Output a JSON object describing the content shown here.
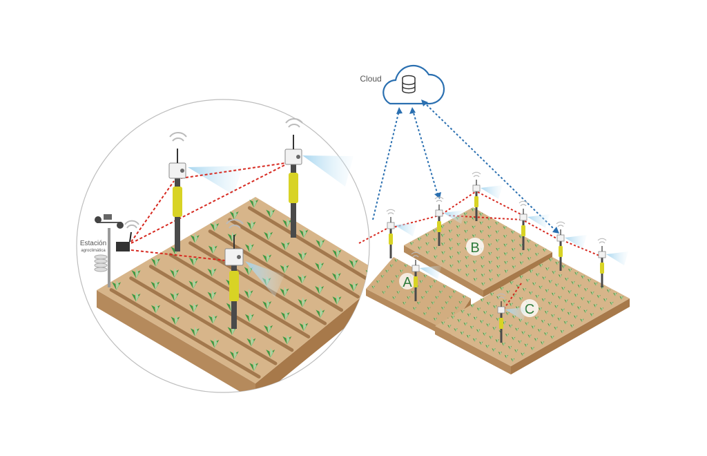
{
  "labels": {
    "cloud": "Cloud",
    "station_line1": "Estación",
    "station_line2": "agroclimática",
    "field_a": "A",
    "field_b": "B",
    "field_c": "C"
  },
  "icons": {
    "cloud": "cloud-database-icon",
    "sensor": "sensor-node-icon",
    "wifi": "wifi-signal-icon",
    "weather_station": "weather-station-icon"
  },
  "colors": {
    "soil": "#d7b58a",
    "soil_side": "#b58a5c",
    "soil_dark": "#a7794a",
    "row": "#a2784d",
    "plant": "#3d9a43",
    "plant_light": "#a8d4a0",
    "pole": "#4a4a4a",
    "sensor_tube": "#d8d325",
    "link_red": "#d6281f",
    "link_blue": "#2a6fb0",
    "signal": "#bfe1f2",
    "cloud_stroke": "#2a6fb0"
  }
}
